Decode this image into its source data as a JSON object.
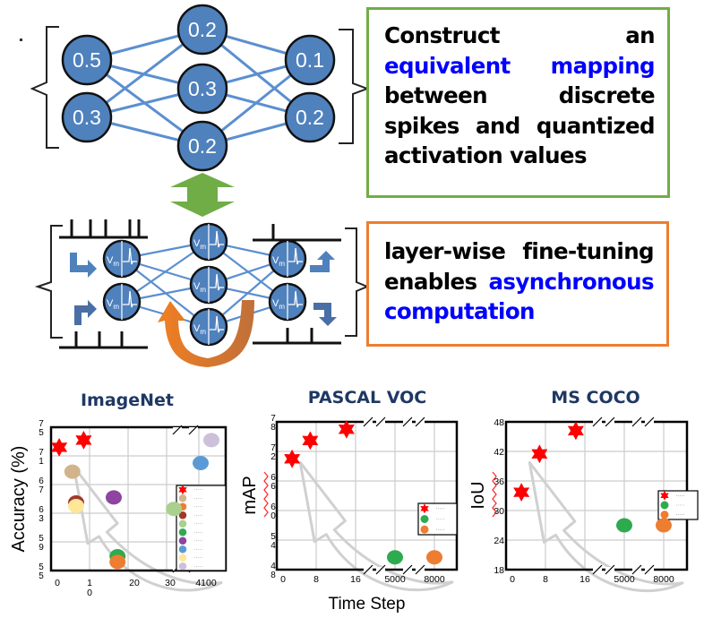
{
  "diagram": {
    "ann_layer": {
      "input_values": [
        "0.5",
        "0.3"
      ],
      "hidden_values": [
        "0.2",
        "0.3",
        "0.2"
      ],
      "output_values": [
        "0.1",
        "0.2"
      ]
    },
    "snn_layer": {
      "neuron_label": "V",
      "neuron_label_sub": "m"
    },
    "colors": {
      "neuron_fill": "#4f81bd",
      "connection": "#5b8fd0",
      "green_arrow": "#70ad47",
      "orange_arrow": "#ed7d31",
      "highlight_text": "#0000ff",
      "title_text": "#1f3864",
      "spike_marker": "#ff0000"
    }
  },
  "boxes": {
    "mapping": {
      "lines": [
        [
          {
            "text": "Construct",
            "highlight": false
          },
          {
            "text": "an",
            "highlight": false
          }
        ],
        [
          {
            "text": "equivalent",
            "highlight": true
          },
          {
            "text": "mapping",
            "highlight": true
          }
        ],
        [
          {
            "text": "between",
            "highlight": false
          },
          {
            "text": "discrete",
            "highlight": false
          }
        ],
        [
          {
            "text": "spikes",
            "highlight": false
          },
          {
            "text": "and",
            "highlight": false
          },
          {
            "text": "quantized",
            "highlight": false
          }
        ],
        [
          {
            "text": "activation values",
            "highlight": false
          }
        ]
      ]
    },
    "finetune": {
      "lines": [
        [
          {
            "text": "layer-wise",
            "highlight": false
          },
          {
            "text": "fine-tuning",
            "highlight": false
          }
        ],
        [
          {
            "text": "enables",
            "highlight": false
          },
          {
            "text": "asynchronous",
            "highlight": true
          }
        ],
        [
          {
            "text": "computation",
            "highlight": true
          }
        ]
      ]
    }
  },
  "chart_data": [
    {
      "type": "scatter",
      "title": "ImageNet",
      "xlabel": "",
      "ylabel": "Accuracy (%)",
      "ylim": [
        55,
        75
      ],
      "yticks": [
        {
          "line1": "7",
          "line2": "5"
        },
        {
          "line1": "7",
          "line2": "1"
        },
        {
          "line1": "6",
          "line2": "7"
        },
        {
          "line1": "6",
          "line2": "3"
        },
        {
          "line1": "5",
          "line2": "9"
        },
        {
          "line1": "5",
          "line2": "5"
        }
      ],
      "ytick_values": [
        75,
        71,
        67,
        63,
        59,
        55
      ],
      "xticks": [
        {
          "line1": "0",
          "line2": ""
        },
        {
          "line1": "1",
          "line2": "0"
        },
        {
          "line1": "20",
          "line2": ""
        },
        {
          "line1": "30",
          "line2": ""
        },
        {
          "line1": "4100",
          "line2": ""
        }
      ],
      "axis_break": true,
      "grid": true,
      "legend": "bottom-right",
      "legend_entries_legible": false,
      "points": [
        {
          "x": 0.5,
          "y": 72.2,
          "marker": "star",
          "color": "#ff0000"
        },
        {
          "x": 7,
          "y": 73.2,
          "marker": "star",
          "color": "#ff0000"
        },
        {
          "x": 4,
          "y": 68.8,
          "marker": "circle",
          "color": "#d2b48c"
        },
        {
          "x": 5,
          "y": 64.5,
          "marker": "circle",
          "color": "#a0392a"
        },
        {
          "x": 5,
          "y": 64.0,
          "marker": "circle",
          "color": "#ffe699"
        },
        {
          "x": 15,
          "y": 65.2,
          "marker": "circle",
          "color": "#8e44a0"
        },
        {
          "x": 16,
          "y": 57.0,
          "marker": "circle",
          "color": "#2eaa4f"
        },
        {
          "x": 16,
          "y": 56.2,
          "marker": "circle",
          "color": "#ed7d31"
        },
        {
          "x": 31,
          "y": 63.6,
          "marker": "circle",
          "color": "#a9d08e"
        },
        {
          "x": 4080,
          "y": 70.0,
          "marker": "circle",
          "color": "#5b9bd5"
        },
        {
          "x": 4120,
          "y": 73.2,
          "marker": "circle",
          "color": "#ccc0da"
        }
      ],
      "legend_markers": [
        "#ff0000",
        "#d2b48c",
        "#ed7d31",
        "#a0392a",
        "#a9d08e",
        "#2eaa4f",
        "#8e44a0",
        "#5b9bd5",
        "#ffe699",
        "#ccc0da"
      ]
    },
    {
      "type": "scatter",
      "title": "PASCAL VOC",
      "xlabel": "Time Step",
      "ylabel": "mAP",
      "ylim": [
        48,
        78
      ],
      "yticks": [
        {
          "line1": "7",
          "line2": "8"
        },
        {
          "line1": "7",
          "line2": "2"
        },
        {
          "line1": "6",
          "line2": "6"
        },
        {
          "line1": "6",
          "line2": "0"
        },
        {
          "line1": "5",
          "line2": "4"
        },
        {
          "line1": "4",
          "line2": "8"
        }
      ],
      "ytick_values": [
        78,
        72,
        66,
        60,
        54,
        48
      ],
      "xticks": [
        {
          "line1": "0",
          "line2": ""
        },
        {
          "line1": "8",
          "line2": ""
        },
        {
          "line1": "16",
          "line2": ""
        },
        {
          "line1": "5000",
          "line2": ""
        },
        {
          "line1": "8000",
          "line2": ""
        }
      ],
      "axis_break": true,
      "grid": true,
      "legend": "right",
      "legend_entries_legible": false,
      "points": [
        {
          "x": 2,
          "y": 70.5,
          "marker": "star",
          "color": "#ff0000"
        },
        {
          "x": 6,
          "y": 74.2,
          "marker": "star",
          "color": "#ff0000"
        },
        {
          "x": 14,
          "y": 76.5,
          "marker": "star",
          "color": "#ff0000"
        },
        {
          "x": 5000,
          "y": 50.5,
          "marker": "circle",
          "color": "#2eaa4f"
        },
        {
          "x": 8000,
          "y": 50.5,
          "marker": "circle",
          "color": "#ed7d31"
        }
      ],
      "legend_markers": [
        "#ff0000",
        "#2eaa4f",
        "#ed7d31"
      ]
    },
    {
      "type": "scatter",
      "title": "MS COCO",
      "xlabel": "",
      "ylabel": "IoU",
      "ylim": [
        18,
        48
      ],
      "yticks": [
        {
          "line1": "48",
          "line2": ""
        },
        {
          "line1": "42",
          "line2": ""
        },
        {
          "line1": "36",
          "line2": ""
        },
        {
          "line1": "30",
          "line2": ""
        },
        {
          "line1": "24",
          "line2": ""
        },
        {
          "line1": "18",
          "line2": ""
        }
      ],
      "ytick_values": [
        48,
        42,
        36,
        30,
        24,
        18
      ],
      "xticks": [
        {
          "line1": "0",
          "line2": ""
        },
        {
          "line1": "8",
          "line2": ""
        },
        {
          "line1": "16",
          "line2": ""
        },
        {
          "line1": "5000",
          "line2": ""
        },
        {
          "line1": "8000",
          "line2": ""
        }
      ],
      "axis_break": true,
      "grid": true,
      "legend": "right",
      "legend_entries_legible": false,
      "points": [
        {
          "x": 2,
          "y": 33.7,
          "marker": "star",
          "color": "#ff0000"
        },
        {
          "x": 6,
          "y": 41.5,
          "marker": "star",
          "color": "#ff0000"
        },
        {
          "x": 14,
          "y": 46.2,
          "marker": "star",
          "color": "#ff0000"
        },
        {
          "x": 5000,
          "y": 27.0,
          "marker": "circle",
          "color": "#2eaa4f"
        },
        {
          "x": 8000,
          "y": 27.0,
          "marker": "circle",
          "color": "#ed7d31"
        }
      ],
      "legend_markers": [
        "#ff0000",
        "#2eaa4f",
        "#ed7d31"
      ]
    }
  ]
}
